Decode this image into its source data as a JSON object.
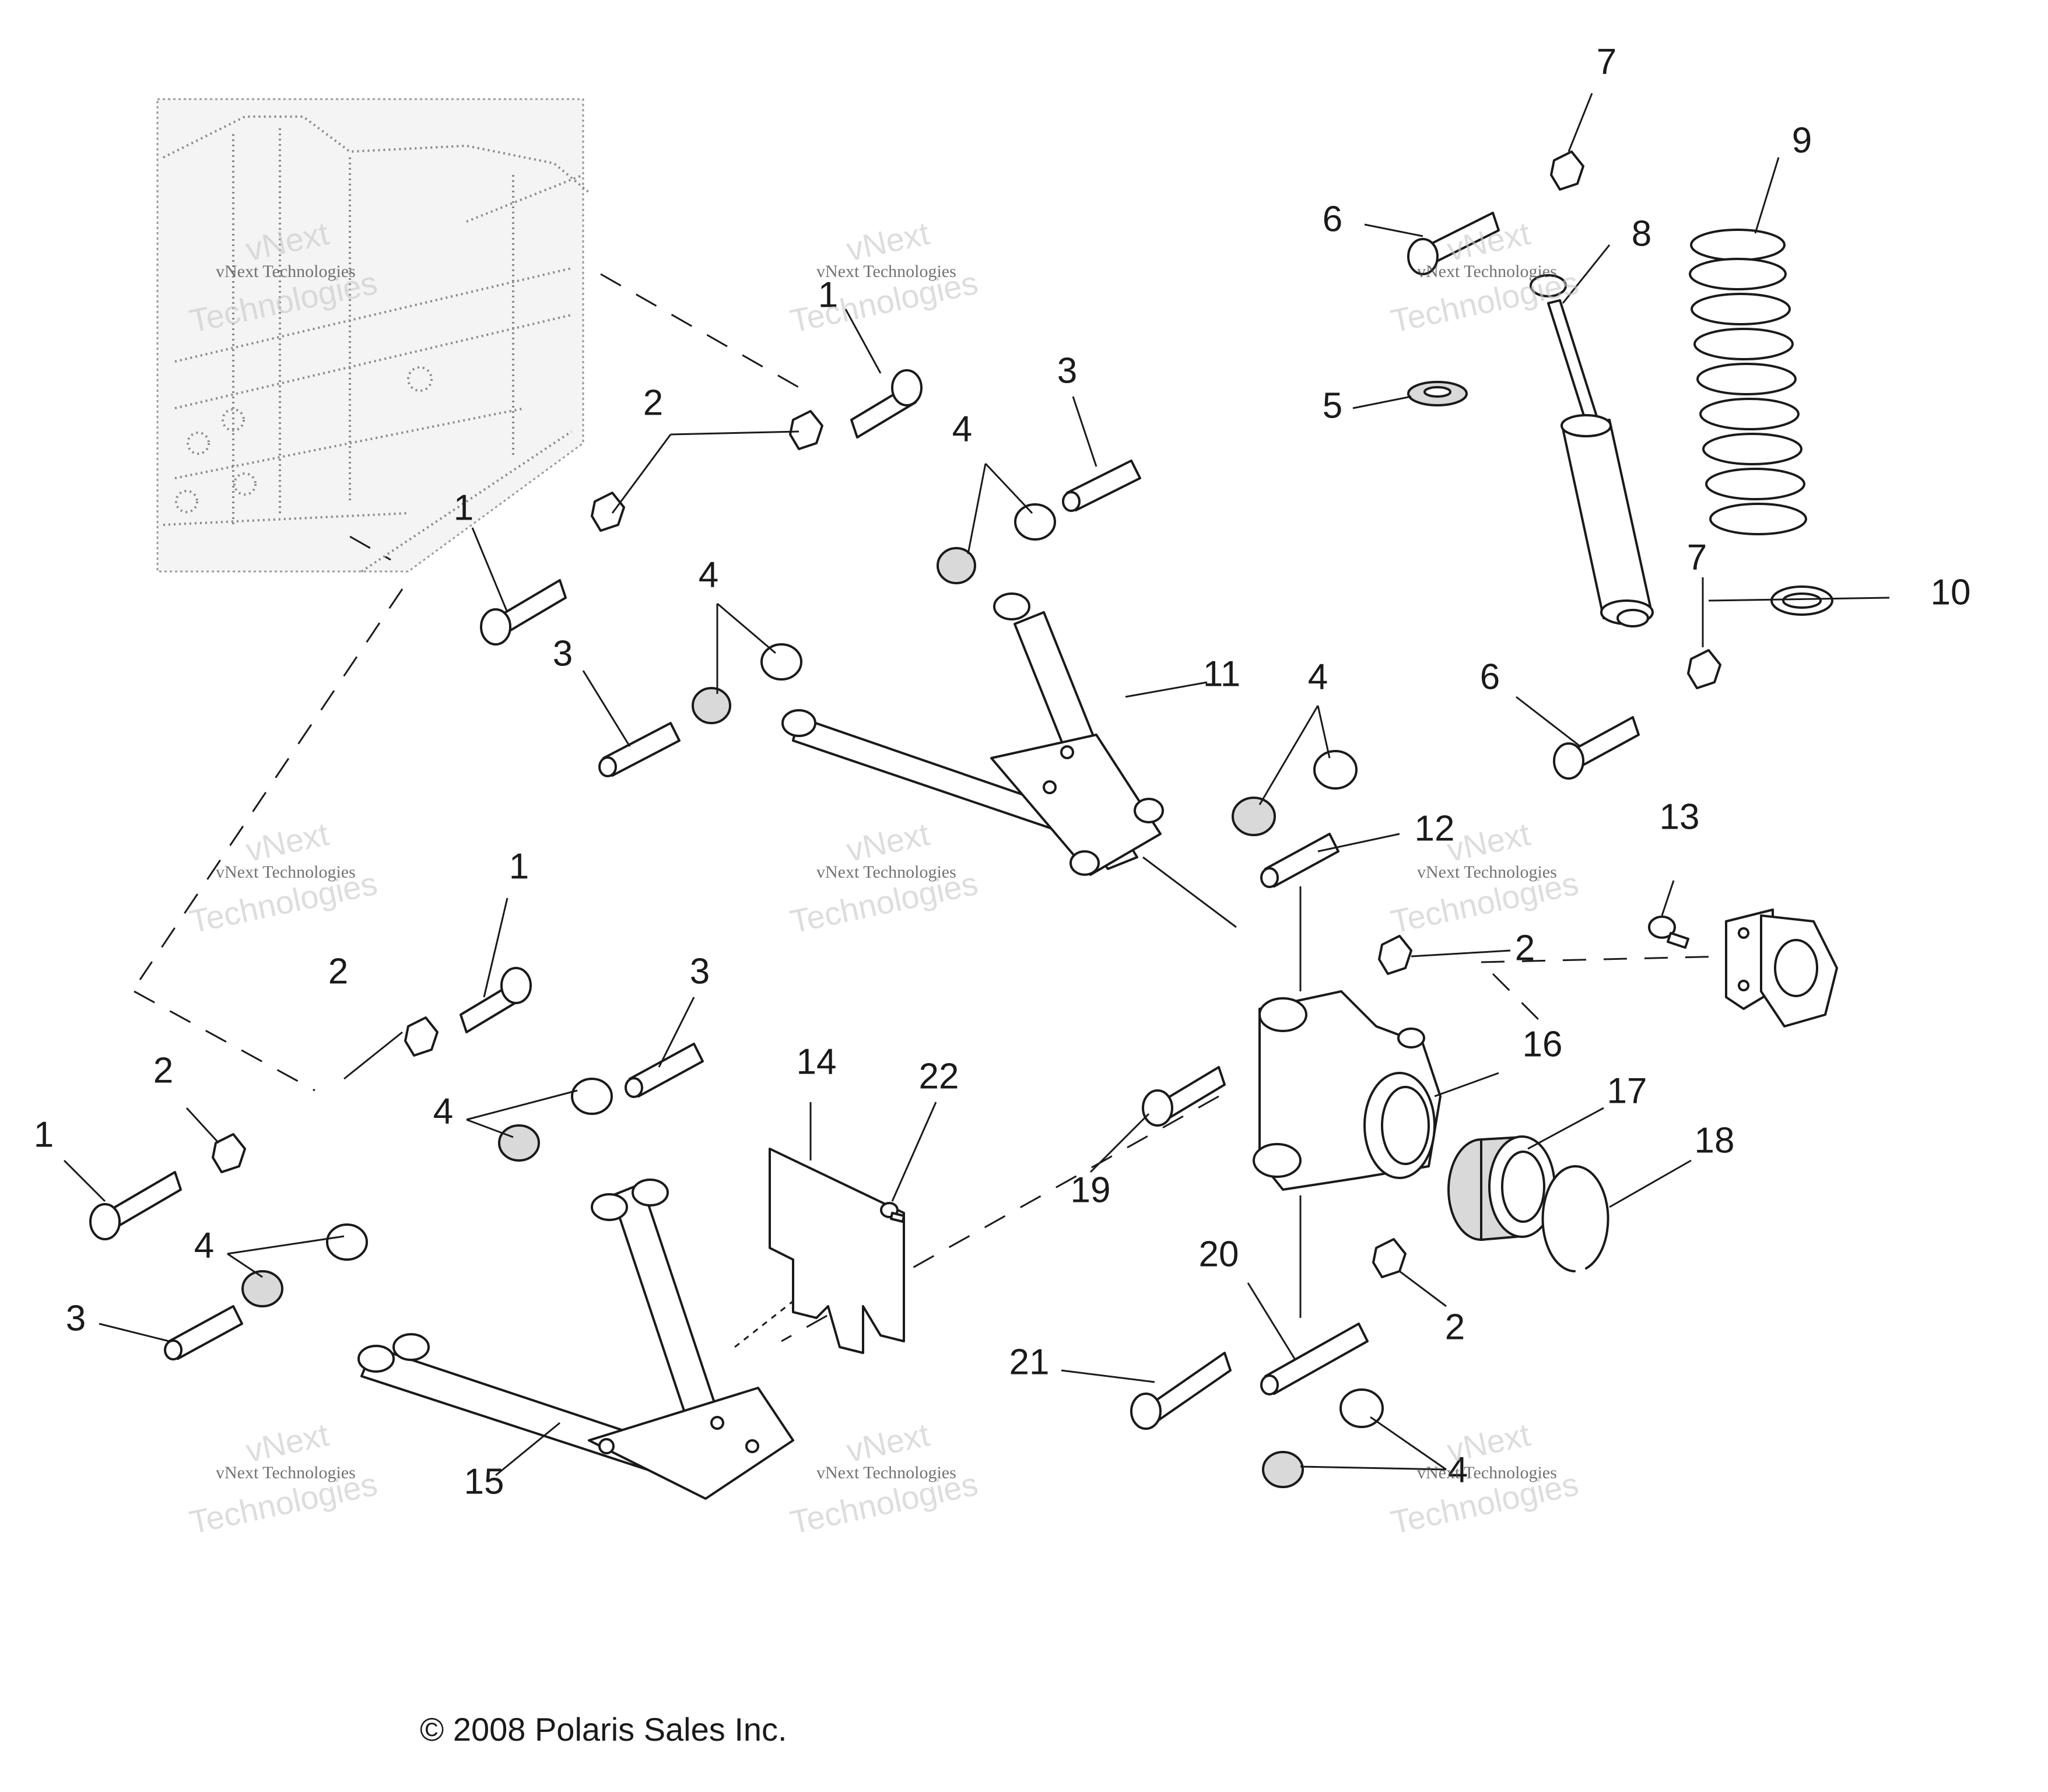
{
  "copyright": "© 2008 Polaris Sales Inc.",
  "watermark": {
    "company": "vNext Technologies",
    "line_a": "vNext",
    "line_b": "Technologies"
  },
  "callouts": [
    "1",
    "2",
    "3",
    "4",
    "5",
    "6",
    "7",
    "8",
    "9",
    "10",
    "11",
    "12",
    "13",
    "14",
    "15",
    "16",
    "17",
    "18",
    "19",
    "20",
    "21",
    "22"
  ],
  "part_names": {
    "1": "bolt",
    "2": "nut",
    "3": "sleeve",
    "4": "bushing",
    "5": "washer",
    "6": "bolt",
    "7": "nut",
    "8": "shock-absorber",
    "9": "coil-spring",
    "10": "spring-retainer",
    "11": "upper-a-arm",
    "12": "pin",
    "13": "screw",
    "14": "guard-plate",
    "15": "lower-a-arm",
    "16": "bearing-carrier",
    "17": "wheel-bearing",
    "18": "retaining-ring",
    "19": "bolt",
    "20": "pin",
    "21": "bolt",
    "22": "screw"
  },
  "colors": {
    "line": "#1a1a1a",
    "frame": "#8a8a8a",
    "watermark": "#c8c8c8"
  }
}
